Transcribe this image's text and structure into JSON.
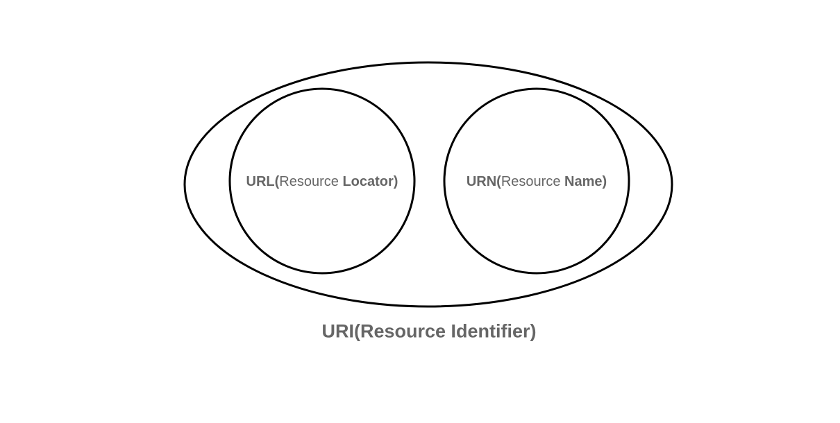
{
  "diagram": {
    "url": {
      "prefix": "URL(",
      "middle": "Resource ",
      "suffix": "Locator)"
    },
    "urn": {
      "prefix": "URN(",
      "middle": "Resource ",
      "suffix": "Name)"
    },
    "uri": {
      "text": "URI(Resource Identifier)"
    },
    "colors": {
      "stroke": "#000000",
      "text": "#666666",
      "background": "#ffffff"
    }
  }
}
